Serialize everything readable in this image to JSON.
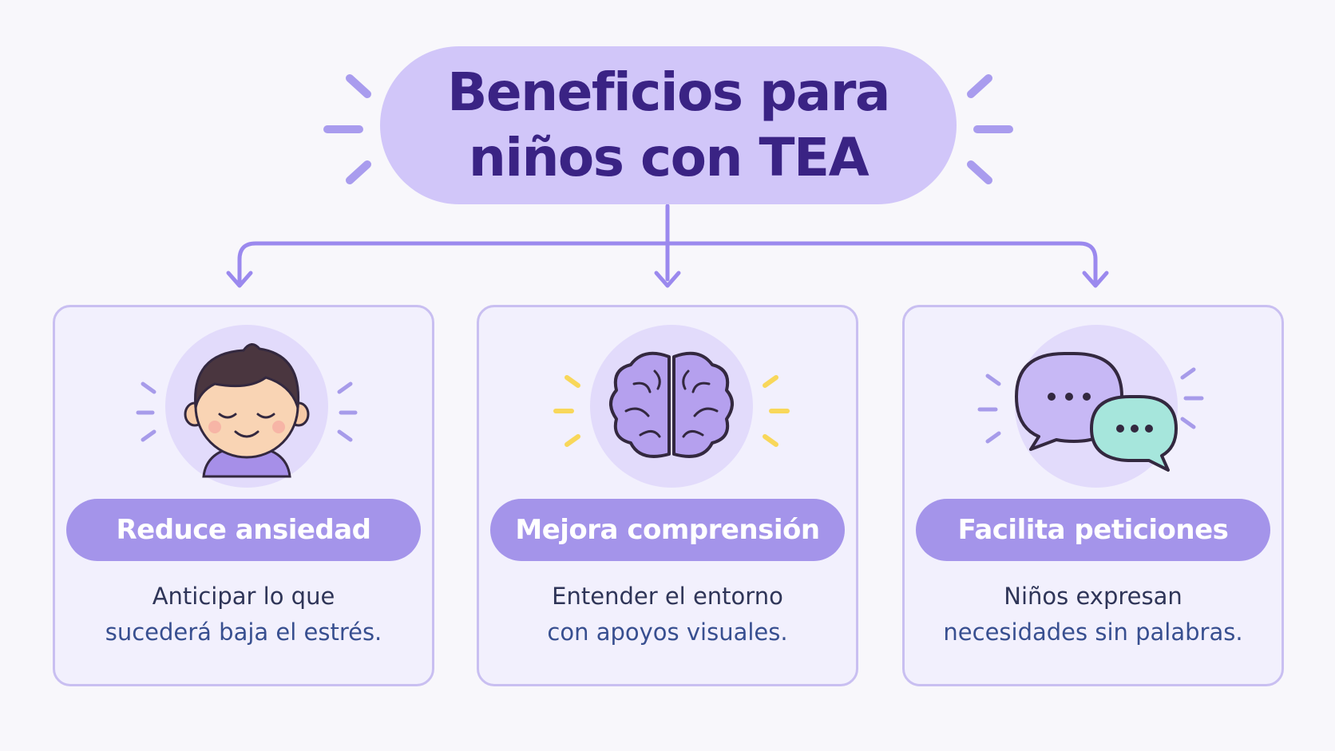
{
  "title": {
    "line1": "Beneficios para",
    "line2": "niños con TEA"
  },
  "cards": [
    {
      "label": "Reduce ansiedad",
      "desc_line1": "Anticipar lo que",
      "desc_line2": "sucederá baja el estrés.",
      "icon": "calm-child-icon"
    },
    {
      "label": "Mejora comprensión",
      "desc_line1": "Entender el entorno",
      "desc_line2": "con apoyos visuales.",
      "icon": "brain-icon"
    },
    {
      "label": "Facilita peticiones",
      "desc_line1": "Niños expresan",
      "desc_line2": "necesidades sin palabras.",
      "icon": "speech-bubbles-icon"
    }
  ],
  "colors": {
    "title_pill": "#d1c6f9",
    "title_text": "#3a2384",
    "connector": "#9b89ee",
    "card_border": "#c9bff1",
    "card_bg": "#f2f0fd",
    "label_pill": "#a494ea",
    "brain_fill": "#b5a0ee",
    "bubble_purple": "#c7b8f5",
    "bubble_teal": "#a6e6dc",
    "spark_yellow": "#f8d75a"
  }
}
